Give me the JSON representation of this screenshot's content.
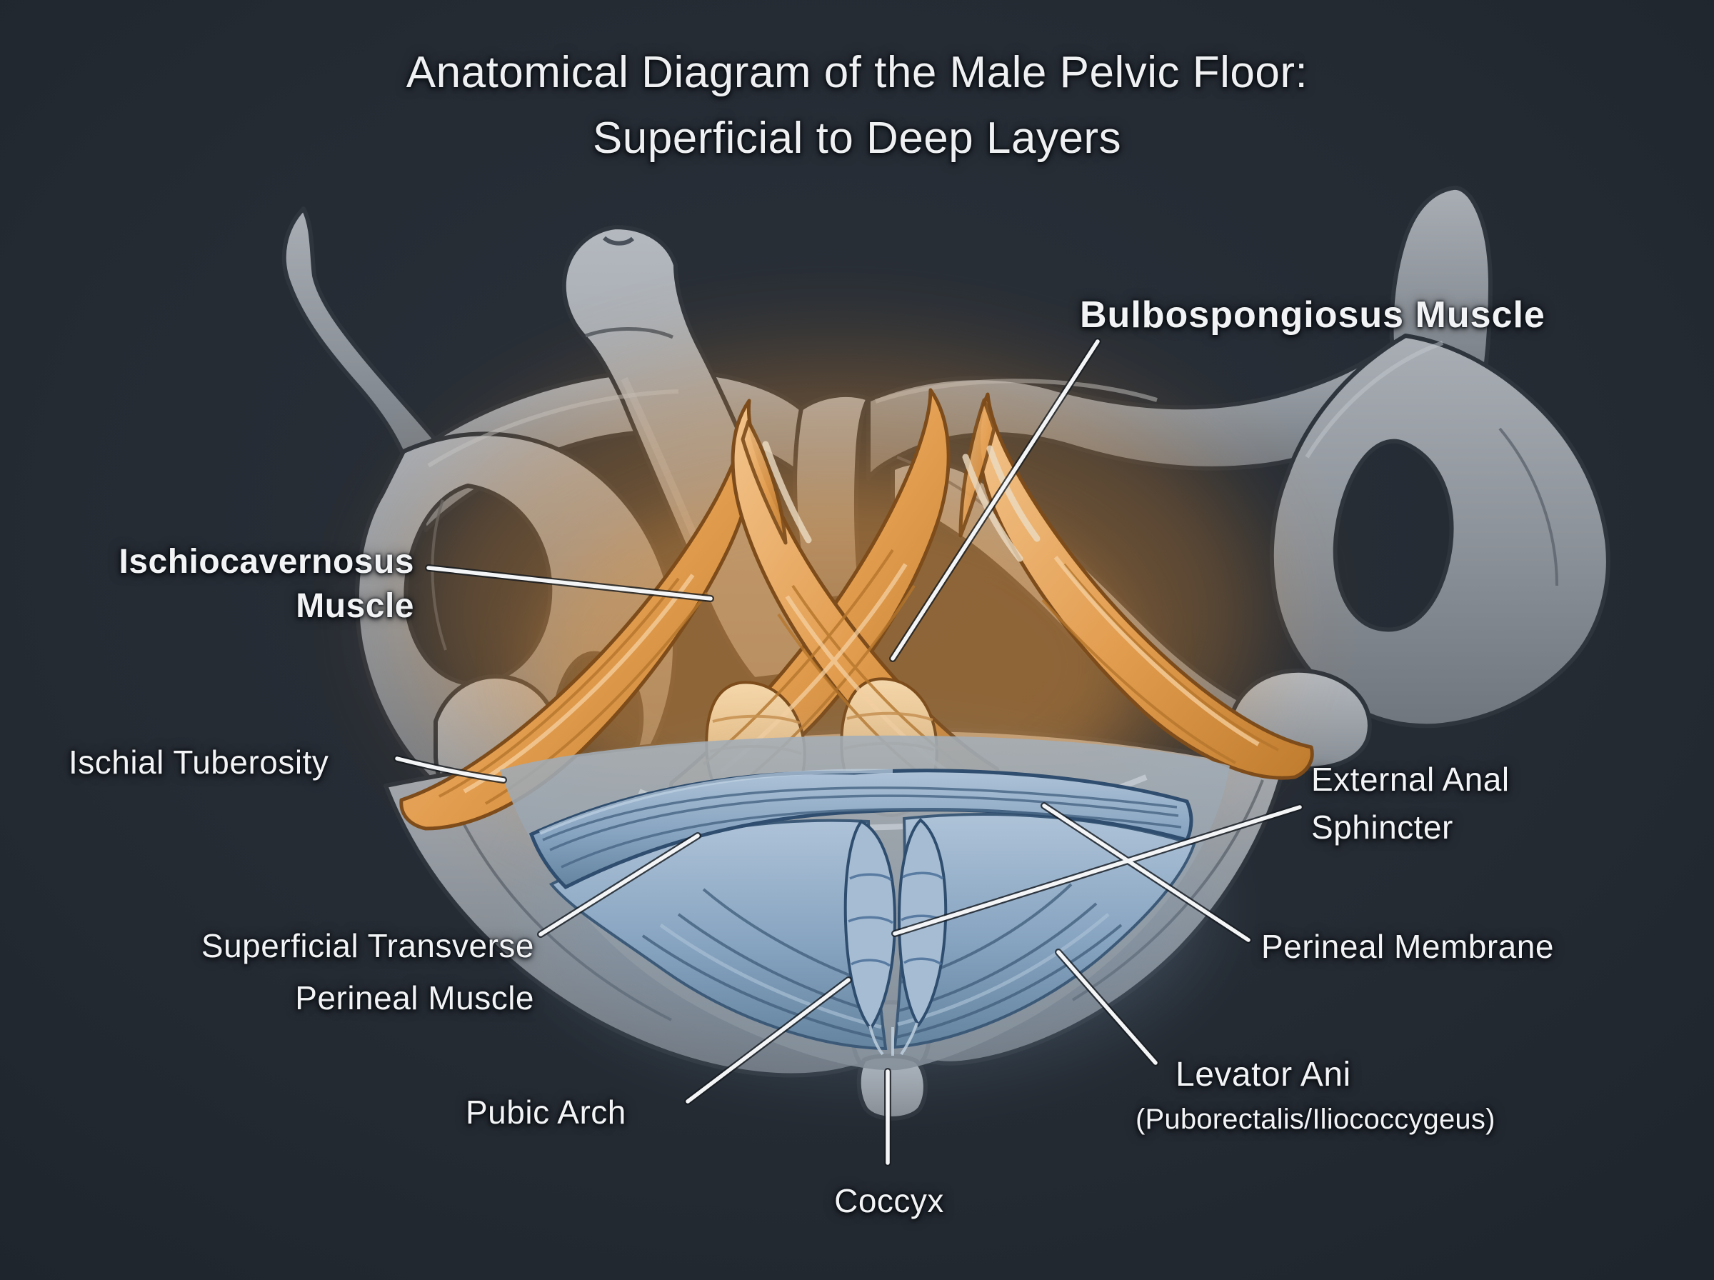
{
  "title": {
    "line1": "Anatomical Diagram of the Male Pelvic Floor:",
    "line2": "Superficial to Deep Layers"
  },
  "labels": {
    "bulbospongiosus": {
      "text": "Bulbospongiosus Muscle"
    },
    "ischiocavernosus": {
      "line1": "Ischiocavernosus",
      "line2": "Muscle"
    },
    "ischial_tuberosity": {
      "text": "Ischial Tuberosity"
    },
    "superficial_transverse": {
      "line1": "Superficial Transverse",
      "line2": "Perineal Muscle"
    },
    "pubic_arch": {
      "text": "Pubic Arch"
    },
    "coccyx": {
      "text": "Coccyx"
    },
    "external_anal": {
      "line1": "External Anal",
      "line2": "Sphincter"
    },
    "perineal_membrane": {
      "text": "Perineal Membrane"
    },
    "levator_ani": {
      "line1": "Levator Ani",
      "line2": "(Puborectalis/Iliococcygeus)"
    }
  },
  "colors": {
    "background": "#242a32",
    "bone_gray": "#8a9096",
    "superficial_muscle_orange": "#e09b4f",
    "deep_muscle_blue": "#8fa9c4",
    "leader_line": "#f4f5f6",
    "label_text": "#f1f3f5"
  }
}
